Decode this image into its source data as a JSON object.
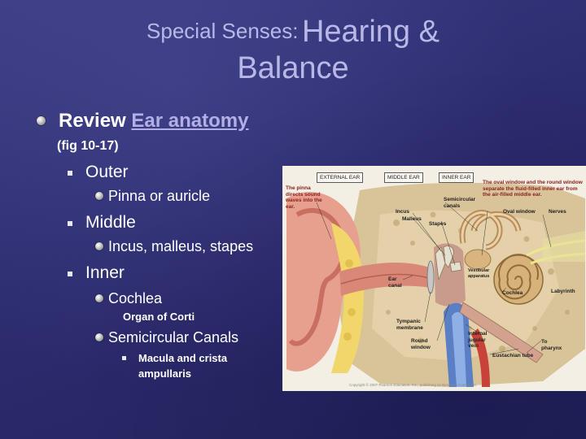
{
  "title": {
    "prefix": "Special Senses:",
    "main": "Hearing &",
    "line2": "Balance"
  },
  "review": {
    "label": "Review",
    "link": "Ear anatomy",
    "figref": "(fig 10-17)"
  },
  "outline": {
    "outer": "Outer",
    "outer_sub": "Pinna or auricle",
    "middle": "Middle",
    "middle_sub": "Incus, malleus, stapes",
    "inner": "Inner",
    "cochlea": "Cochlea",
    "organ": "Organ of Corti",
    "canals": "Semicircular Canals",
    "macula": "Macula and crista ampullaris"
  },
  "figure": {
    "headers": {
      "external": "EXTERNAL EAR",
      "middle": "MIDDLE EAR",
      "inner": "INNER EAR"
    },
    "labels": {
      "pinna_note": "The pinna directs sound waves into the ear.",
      "oval_note": "The oval window and the round window separate the fluid-filled inner ear from the air-filled middle ear.",
      "semicircular": "Semicircular canals",
      "incus": "Incus",
      "malleus": "Malleus",
      "stapes": "Stapes",
      "oval_window": "Oval window",
      "nerves": "Nerves",
      "vestibular": "Vestibular apparatus",
      "ear_canal": "Ear canal",
      "cochlea": "Cochlea",
      "labyrinth": "Labyrinth",
      "tympanic": "Tympanic membrane",
      "round_window": "Round window",
      "jugular": "Internal jugular vein",
      "eustachian": "Eustachian tube",
      "pharynx": "To pharynx"
    },
    "copyright": "Copyright © 2007 Pearson Education, Inc., publishing as Benjamin Cummings."
  },
  "colors": {
    "background": "#2c2c70",
    "title": "#b8b8e8",
    "link": "#b0b0e6",
    "text": "#ffffff"
  }
}
